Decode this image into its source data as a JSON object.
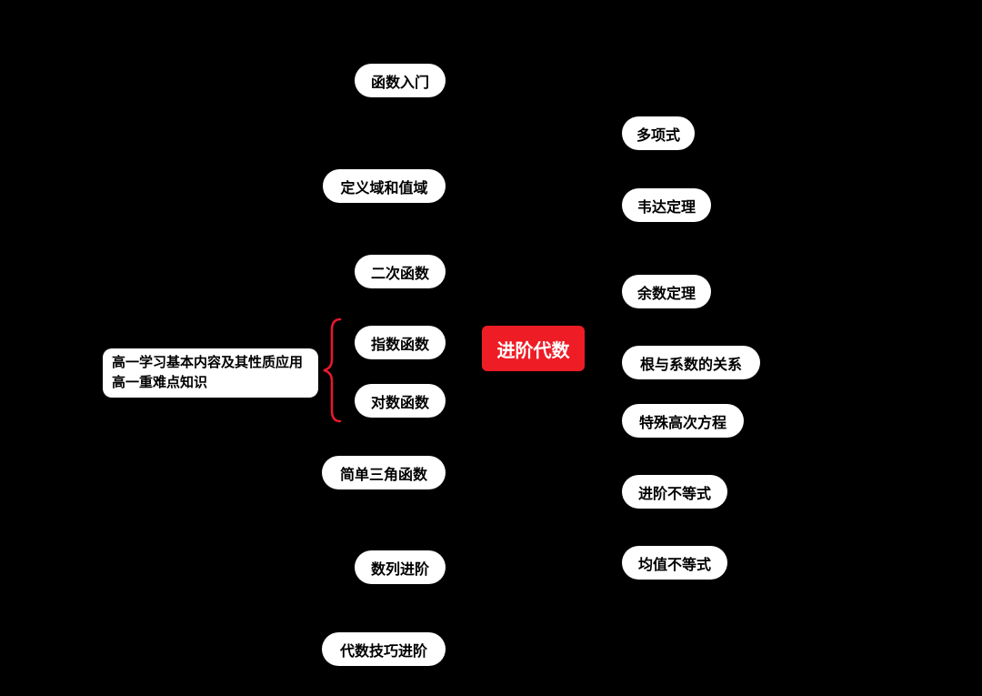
{
  "mindmap": {
    "root": {
      "label": "进阶代数"
    },
    "left_nodes": [
      {
        "label": "函数入门"
      },
      {
        "label": "定义域和值域"
      },
      {
        "label": "二次函数"
      },
      {
        "label": "指数函数"
      },
      {
        "label": "对数函数"
      },
      {
        "label": "简单三角函数"
      },
      {
        "label": "数列进阶"
      },
      {
        "label": "代数技巧进阶"
      }
    ],
    "right_nodes": [
      {
        "label": "多项式"
      },
      {
        "label": "韦达定理"
      },
      {
        "label": "余数定理"
      },
      {
        "label": "根与系数的关系"
      },
      {
        "label": "特殊高次方程"
      },
      {
        "label": "进阶不等式"
      },
      {
        "label": "均值不等式"
      }
    ],
    "note": {
      "line1": "高一学习基本内容及其性质应用",
      "line2": "高一重难点知识"
    },
    "colors": {
      "background": "#000000",
      "root_background": "#ee1c25",
      "root_text": "#ffffff",
      "node_background": "#ffffff",
      "node_text": "#000000",
      "brace": "#e8192c"
    }
  }
}
